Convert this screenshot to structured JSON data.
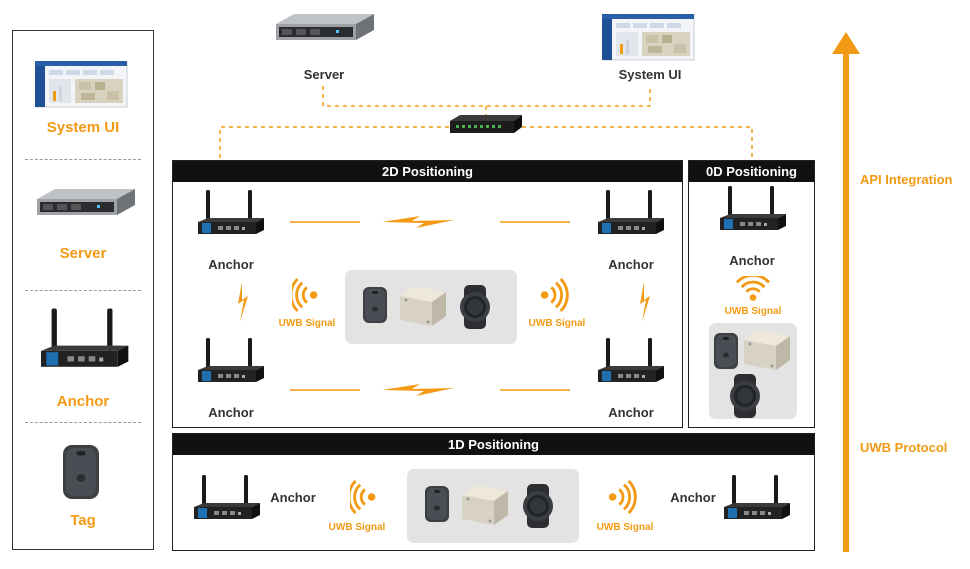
{
  "legend": {
    "items": [
      {
        "label": "System UI",
        "icon": "screen-icon"
      },
      {
        "label": "Server",
        "icon": "server-icon"
      },
      {
        "label": "Anchor",
        "icon": "router-icon"
      },
      {
        "label": "Tag",
        "icon": "tag-icon"
      }
    ]
  },
  "top": {
    "server_label": "Server",
    "system_ui_label": "System UI"
  },
  "panels": {
    "p2d": {
      "title": "2D Positioning",
      "anchor_label": "Anchor",
      "signal_label": "UWB Signal"
    },
    "p0d": {
      "title": "0D Positioning",
      "anchor_label": "Anchor",
      "signal_label": "UWB Signal"
    },
    "p1d": {
      "title": "1D Positioning",
      "anchor_label": "Anchor",
      "signal_label": "UWB Signal"
    }
  },
  "side": {
    "api_label": "API Integration",
    "uwb_label": "UWB Protocol"
  },
  "colors": {
    "accent": "#f39a14",
    "header": "#111111",
    "anchor_blue": "#1f6fb3"
  }
}
